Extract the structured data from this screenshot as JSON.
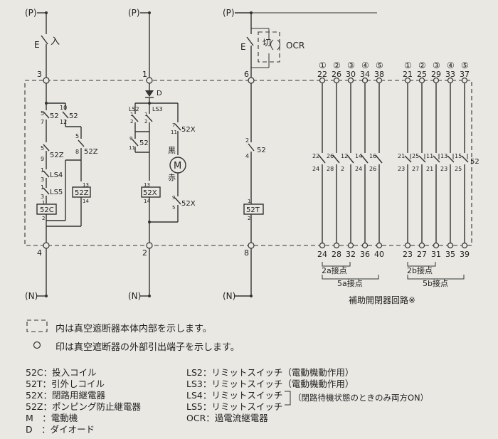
{
  "bus": {
    "p": "(P)",
    "n": "(N)"
  },
  "switches": {
    "e_in": "E",
    "in_label": "入",
    "e_cut": "E",
    "cut_label": "切",
    "ocr": "OCR"
  },
  "terminals": {
    "t3": "3",
    "t1": "1",
    "t6": "6",
    "t4": "4",
    "t2": "2",
    "t8": "8"
  },
  "col1": {
    "c5a": "5",
    "c7a": "7",
    "c52a": "52",
    "c10": "10",
    "c12": "12",
    "c52b": "52",
    "c5b": "5",
    "c9b": "9",
    "c52z_a": "52Z",
    "c5c": "5",
    "c8c": "8",
    "c52z_b": "52Z",
    "ls4_1": "1",
    "ls4_2": "3",
    "ls4": "LS4",
    "ls5_1": "1",
    "ls5_2": "3",
    "ls5": "LS5",
    "coil_52c": "52C",
    "coil_52z": "52Z",
    "n1": "1",
    "n2": "2",
    "n13": "13",
    "n14": "14"
  },
  "col2": {
    "d": "D",
    "ls2": "LS2",
    "ls3": "LS3",
    "a1": "1",
    "a2": "2",
    "b1": "1",
    "b2": "2",
    "r9": "9",
    "r11": "11",
    "r52": "52",
    "x7": "7",
    "x11": "11",
    "x52x": "52X",
    "black": "黒",
    "motor": "M",
    "red": "赤",
    "coil": "52X",
    "n13": "13",
    "n14": "14",
    "y9": "9",
    "y5": "5",
    "y52x": "52X"
  },
  "col3": {
    "s2": "2",
    "s4": "4",
    "s52": "52",
    "n1": "1",
    "n2": "2",
    "coil": "52T"
  },
  "aux_a": {
    "circ": [
      "①",
      "②",
      "③",
      "④",
      "⑤"
    ],
    "top": [
      "22",
      "26",
      "30",
      "34",
      "38"
    ],
    "c1": [
      "22",
      "26",
      "12",
      "14",
      "16"
    ],
    "c2": [
      "24",
      "28",
      "2",
      "24",
      "26"
    ],
    "bottom": [
      "24",
      "28",
      "32",
      "36",
      "40"
    ],
    "label_2a": "2a接点",
    "label_5a": "5a接点"
  },
  "aux_b": {
    "circ": [
      "①",
      "②",
      "③",
      "④",
      "⑤"
    ],
    "top": [
      "21",
      "25",
      "29",
      "33",
      "37"
    ],
    "c1": [
      "21",
      "25",
      "11",
      "13",
      "15"
    ],
    "c2": [
      "23",
      "27",
      "21",
      "23",
      "25"
    ],
    "s52": "52",
    "bottom": [
      "23",
      "27",
      "31",
      "35",
      "39"
    ],
    "label_2b": "2b接点",
    "label_5b": "5b接点"
  },
  "aux_title": "補助開閉器回路※",
  "notes": {
    "dashed": "内は真空遮断器本体内部を示します。",
    "circle": "印は真空遮断器の外部引出端子を示します。"
  },
  "legend": {
    "left": [
      "52C：投入コイル",
      "52T：引外しコイル",
      "52X：閉路用継電器",
      "52Z：ポンピング防止継電器",
      "M　：電動機",
      "D　：ダイオード"
    ],
    "right": [
      "LS2：リミットスイッチ（電動機動作用）",
      "LS3：リミットスイッチ（電動機動作用）",
      "LS4：リミットスイッチ",
      "LS5：リミットスイッチ",
      "OCR：過電流継電器"
    ],
    "bracket_note": "（閉路待機状態のときのみ両方ON）"
  }
}
